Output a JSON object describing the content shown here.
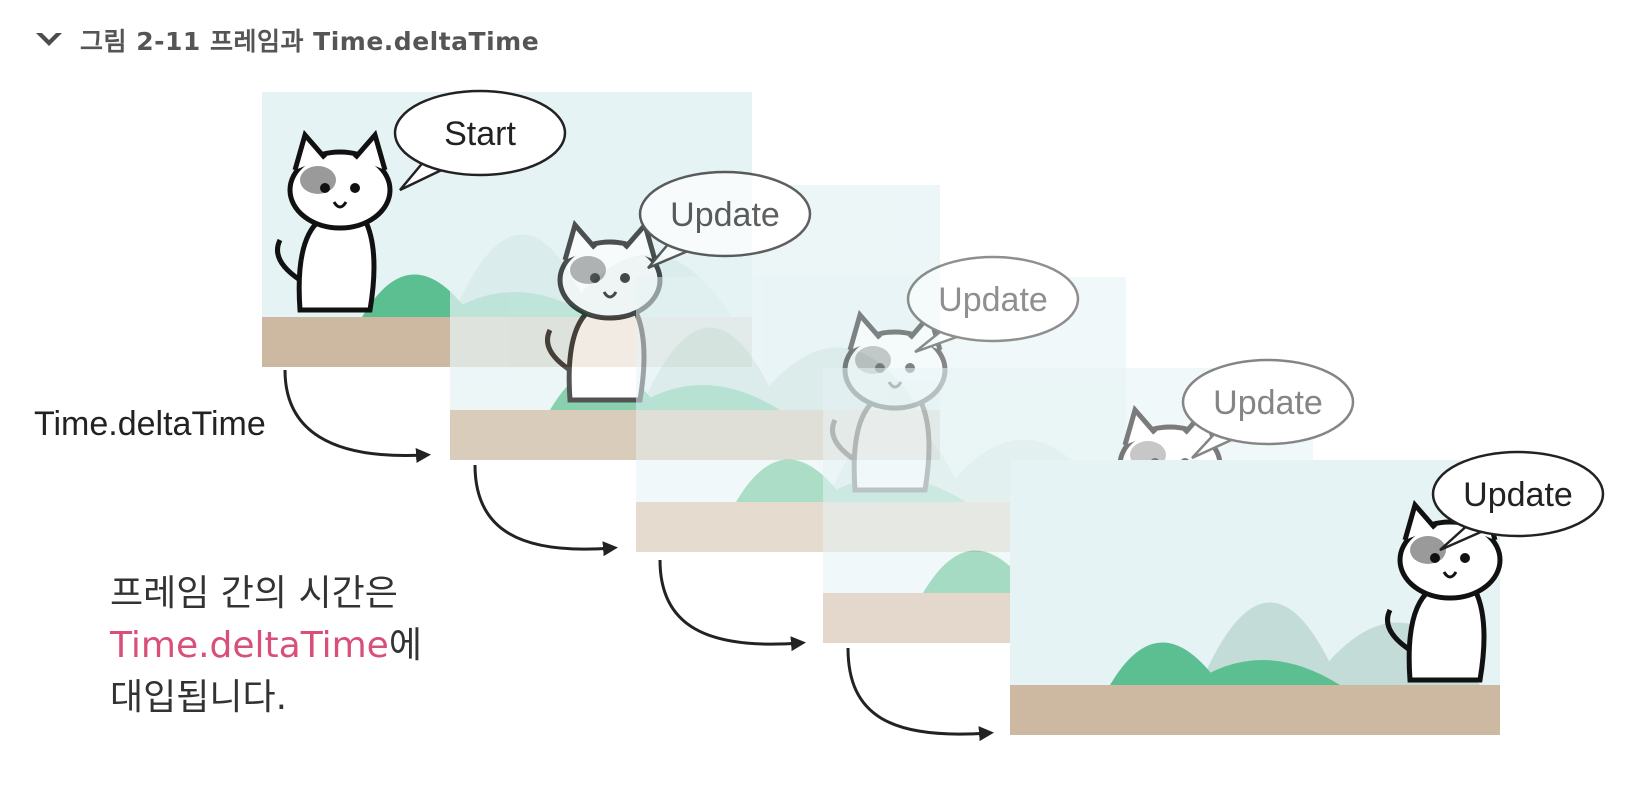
{
  "header": {
    "icon": "chevron-down-icon",
    "caption": "그림 2-11 프레임과 Time.deltaTime"
  },
  "frames": [
    {
      "bubble": "Start",
      "opacity": 1.0
    },
    {
      "bubble": "Update",
      "opacity": 0.72
    },
    {
      "bubble": "Update",
      "opacity": 0.5
    },
    {
      "bubble": "Update",
      "opacity": 0.55
    },
    {
      "bubble": "Update",
      "opacity": 1.0
    }
  ],
  "arrow_label": "Time.deltaTime",
  "note": {
    "line1": "프레임 간의 시간은",
    "line2_highlight": "Time.deltaTime",
    "line2_rest": "에",
    "line3": "대입됩니다."
  },
  "colors": {
    "sky": "#e5f3f5",
    "ground": "#cdb9a1",
    "hill": "#5cbf91",
    "mountain": "#c3dcd8",
    "highlight": "#d84f79"
  }
}
